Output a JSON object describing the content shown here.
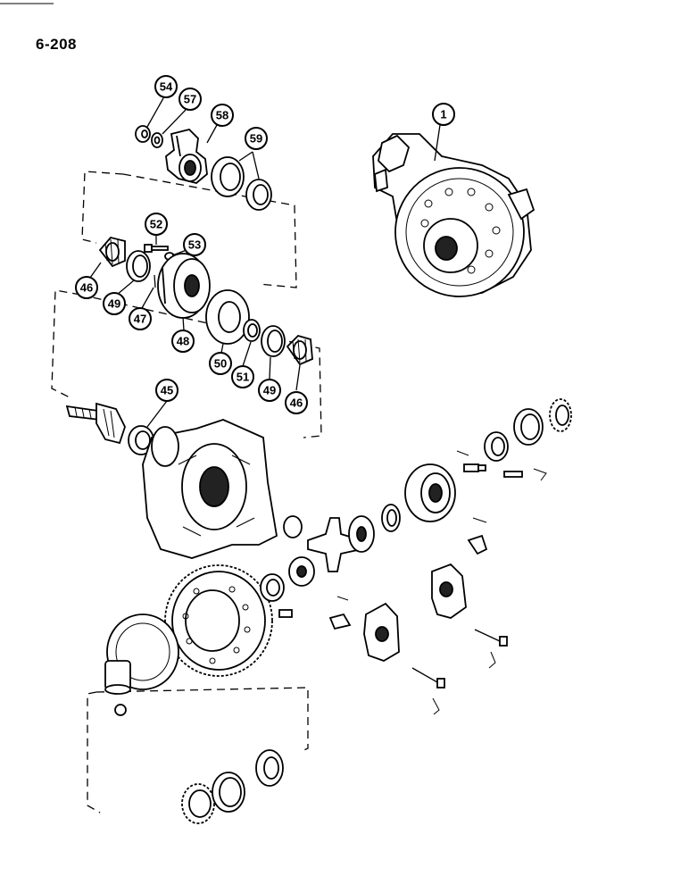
{
  "page": {
    "number": "6-208"
  },
  "callouts": [
    {
      "id": "c54",
      "label": "54"
    },
    {
      "id": "c57",
      "label": "57"
    },
    {
      "id": "c58",
      "label": "58"
    },
    {
      "id": "c59",
      "label": "59"
    },
    {
      "id": "c1",
      "label": "1"
    },
    {
      "id": "c52",
      "label": "52"
    },
    {
      "id": "c53",
      "label": "53"
    },
    {
      "id": "c46a",
      "label": "46"
    },
    {
      "id": "c49a",
      "label": "49"
    },
    {
      "id": "c47",
      "label": "47"
    },
    {
      "id": "c48",
      "label": "48"
    },
    {
      "id": "c50",
      "label": "50"
    },
    {
      "id": "c51",
      "label": "51"
    },
    {
      "id": "c49b",
      "label": "49"
    },
    {
      "id": "c46b",
      "label": "46"
    },
    {
      "id": "c45",
      "label": "45"
    }
  ]
}
